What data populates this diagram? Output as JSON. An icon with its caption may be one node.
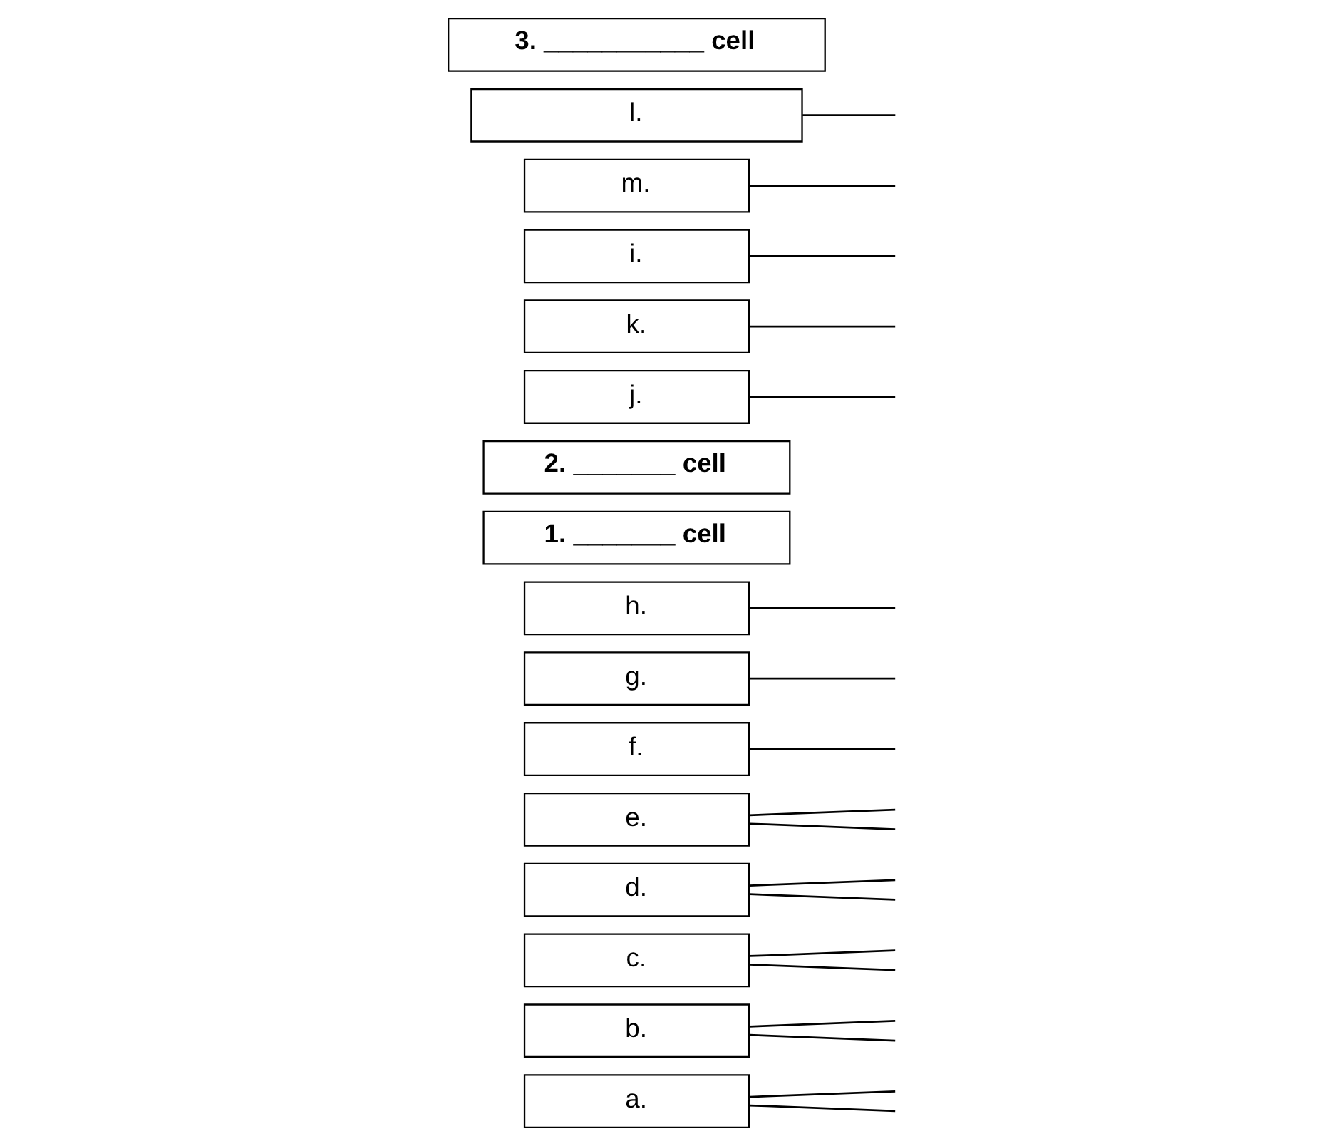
{
  "diagram": {
    "nodes": [
      {
        "text": [
          "a."
        ]
      },
      {
        "text": [
          "b."
        ]
      },
      {
        "text": [
          "c."
        ]
      },
      {
        "text": [
          "d."
        ]
      },
      {
        "text": [
          "e."
        ]
      },
      {
        "text": [
          "f."
        ]
      },
      {
        "text": [
          "g."
        ]
      },
      {
        "text": [
          "h."
        ]
      },
      {
        "text": [
          "1. _______ cell"
        ]
      },
      {
        "text": [
          "2. _______ cell"
        ]
      },
      {
        "text": [
          "j."
        ]
      },
      {
        "text": [
          "k."
        ]
      },
      {
        "text": [
          "i."
        ]
      },
      {
        "text": [
          "m."
        ]
      },
      {
        "text": [
          "l."
        ]
      },
      {
        "text": [
          "3. ___________ cell"
        ]
      }
    ],
    "edges": [
      {
        "from": 0,
        "to": null,
        "arrow": "none"
      },
      {
        "from": 0,
        "to": null,
        "arrow": "none"
      },
      {
        "from": 1,
        "to": null,
        "arrow": "none"
      },
      {
        "from": 1,
        "to": null,
        "arrow": "none"
      },
      {
        "from": 2,
        "to": null,
        "arrow": "none"
      },
      {
        "from": 2,
        "to": null,
        "arrow": "none"
      },
      {
        "from": 3,
        "to": null,
        "arrow": "none"
      },
      {
        "from": 3,
        "to": null,
        "arrow": "none"
      },
      {
        "from": 4,
        "to": null,
        "arrow": "none"
      },
      {
        "from": 4,
        "to": null,
        "arrow": "none"
      },
      {
        "from": 5,
        "to": null,
        "arrow": "none"
      },
      {
        "from": 6,
        "to": null,
        "arrow": "none"
      },
      {
        "from": 7,
        "to": null,
        "arrow": "none"
      },
      {
        "from": 10,
        "to": null,
        "arrow": "none"
      },
      {
        "from": 11,
        "to": null,
        "arrow": "none"
      },
      {
        "from": 12,
        "to": null,
        "arrow": "none"
      },
      {
        "from": 13,
        "to": null,
        "arrow": "none"
      },
      {
        "from": 14,
        "to": null,
        "arrow": "none"
      }
    ]
  }
}
